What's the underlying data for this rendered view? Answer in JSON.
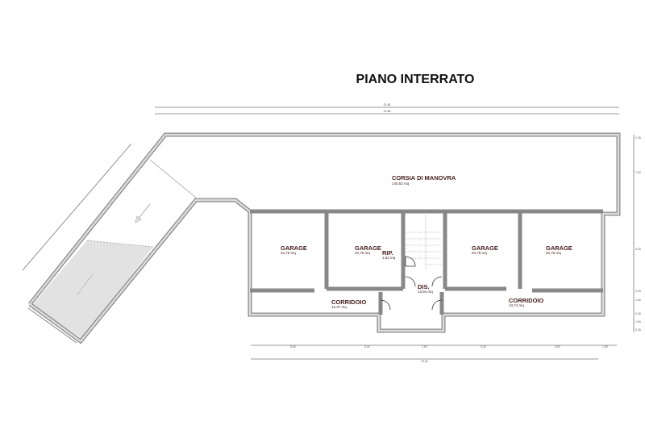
{
  "title": "PIANO INTERRATO",
  "rooms": {
    "corsia": {
      "name": "CORSIA DI MANOVRA",
      "area": "140,53 mq"
    },
    "garage1": {
      "name": "GARAGE",
      "area": "20,78 mq"
    },
    "garage2": {
      "name": "GARAGE",
      "area": "20,78 mq"
    },
    "garage3": {
      "name": "GARAGE",
      "area": "20,78 mq"
    },
    "garage4": {
      "name": "GARAGE",
      "area": "20,78 mq"
    },
    "rip": {
      "name": "RIP.",
      "area": "1,62 mq"
    },
    "dis": {
      "name": "DIS.",
      "area": "13,94 mq"
    },
    "corridoio1": {
      "name": "CORRIDOIO",
      "area": "12,37 mq"
    },
    "corridoio2": {
      "name": "CORRIDOIO",
      "area": "13,74 mq"
    }
  },
  "dimensions": {
    "top_outer": "31,98",
    "top_inner": "31,88",
    "right": [
      "0,25",
      "7,50",
      "5,30",
      "0,25",
      "1,50",
      "0,25",
      "1,50",
      "0,25"
    ],
    "bottom_chain": [
      "5,90",
      "5,00",
      "2,50",
      "5,00",
      "5,00",
      "1,50"
    ],
    "bottom_total": "23,90"
  },
  "colors": {
    "wall": "#888888",
    "label": "#4a2020",
    "ramp_fill": "#e2e2e2"
  }
}
